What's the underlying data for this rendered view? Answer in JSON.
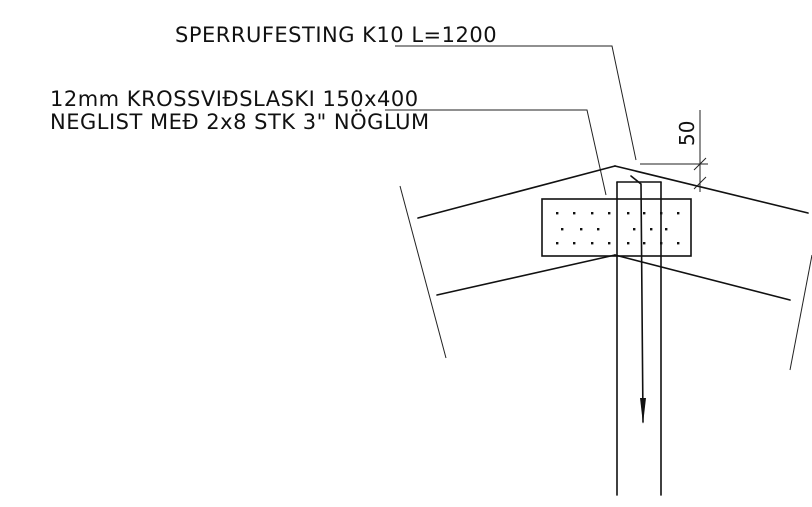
{
  "labels": {
    "rafter_fastening": "SPERRUFESTING K10 L=1200",
    "plywood_splice_line1": "12mm KROSSVIÐSLASKI 150x400",
    "plywood_splice_line2": "NEGLIST MEÐ 2x8 STK 3\" NÖGLUM"
  },
  "dimensions": {
    "offset": "50"
  },
  "colors": {
    "line": "#111111",
    "background": "#ffffff"
  }
}
